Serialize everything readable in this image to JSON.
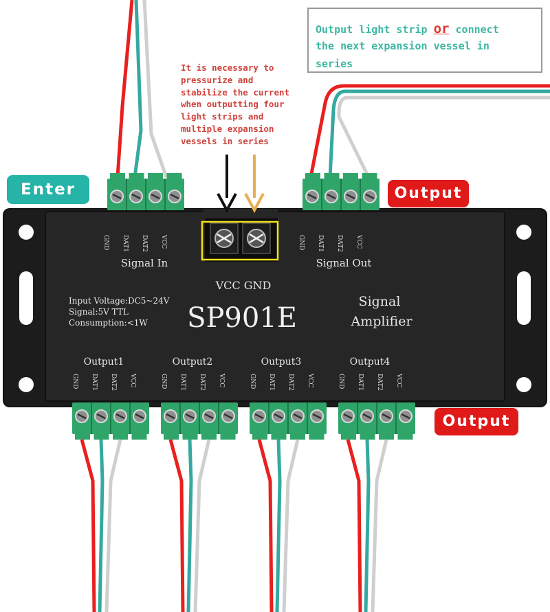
{
  "callout_box": {
    "line1_before": "Output light strip ",
    "line1_or": "or",
    "line1_after": " connect",
    "line2": "the next expansion vessel in",
    "line3": "series"
  },
  "warning_note": {
    "lines": [
      "It is necessary to",
      "pressurize and",
      "stabilize the current",
      "when outputting four",
      "light strips and",
      "multiple expansion",
      "vessels in series"
    ]
  },
  "badges": {
    "enter": "Enter",
    "output_top": "Output",
    "output_bottom": "Output"
  },
  "device": {
    "model": "SP901E",
    "name_line1": "Signal",
    "name_line2": "Amplifier",
    "spec_voltage": "Input Voltage:DC5~24V",
    "spec_signal": "Signal:5V TTL",
    "spec_consumption": "Consumption:<1W",
    "signal_in": "Signal In",
    "signal_out": "Signal Out",
    "power_label": "VCC GND",
    "pin_labels": [
      "GND",
      "DAT1",
      "DAT2",
      "VCC"
    ],
    "outputs": [
      "Output1",
      "Output2",
      "Output3",
      "Output4"
    ]
  },
  "colors": {
    "accent_teal": "#3db7a3",
    "badge_teal": "#26b3a8",
    "badge_red": "#e01919",
    "warning_red": "#d0413b",
    "terminal_green": "#2fa56a",
    "wire_red": "#e8201f",
    "wire_teal": "#35a9a0",
    "wire_gray": "#cfcfcf",
    "arrow_orange": "#e9ad52",
    "highlight_yellow": "#f2e21a",
    "device_body": "#232323"
  }
}
